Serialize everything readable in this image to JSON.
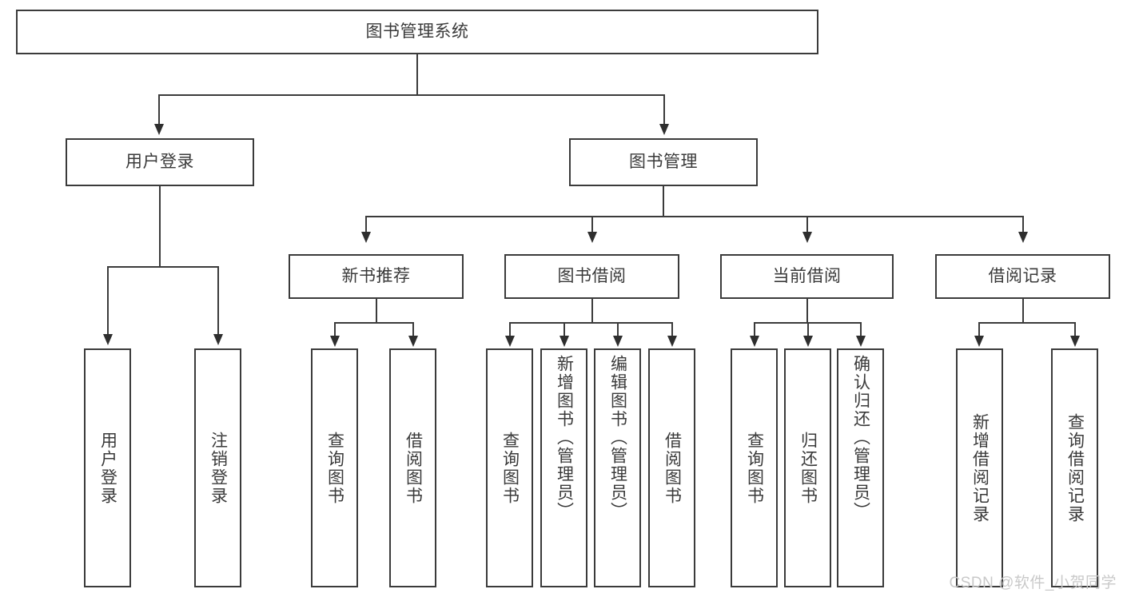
{
  "diagram": {
    "title": "图书管理系统",
    "type": "tree-hierarchy-diagram",
    "watermark": "CSDN @软件_小贺同学",
    "colors": {
      "box_border": "#3b3b3b",
      "text": "#3a3a3a",
      "connector": "#3b3b3b",
      "background": "#ffffff",
      "watermark": "#c9c9c9"
    },
    "root": {
      "label": "图书管理系统"
    },
    "level1": [
      {
        "label": "用户登录"
      },
      {
        "label": "图书管理"
      }
    ],
    "level2": [
      {
        "label": "新书推荐"
      },
      {
        "label": "图书借阅"
      },
      {
        "label": "当前借阅"
      },
      {
        "label": "借阅记录"
      }
    ],
    "leaves": {
      "user_login": [
        {
          "label": "用户登录"
        },
        {
          "label": "注销登录"
        }
      ],
      "new_book_recommend": [
        {
          "label": "查询图书"
        },
        {
          "label": "借阅图书"
        }
      ],
      "book_borrow": [
        {
          "label": "查询图书"
        },
        {
          "label": "新增图书（管理员）"
        },
        {
          "label": "编辑图书（管理员）"
        },
        {
          "label": "借阅图书"
        }
      ],
      "current_borrow": [
        {
          "label": "查询图书"
        },
        {
          "label": "归还图书"
        },
        {
          "label": "确认归还（管理员）"
        }
      ],
      "borrow_record": [
        {
          "label": "新增借阅记录"
        },
        {
          "label": "查询借阅记录"
        }
      ]
    }
  }
}
